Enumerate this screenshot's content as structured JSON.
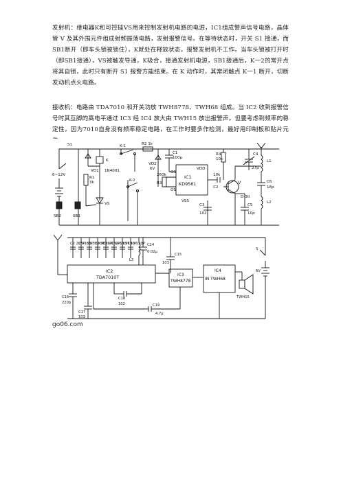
{
  "paragraphs": {
    "transmitter": "发射机：继电器K和可控硅VS用来控制发射机电路的电源，IC1组成警声信号电路，晶体管 V 及其外围元件组成射频振荡电路，发射报警信号。在等待状态时，开关 S1 接通，而SB1断开（即车头锁被锁住），K就处在释放状态，报警发射机不工作。当车头锁被打开时（即SB1接通），VS被触发导通，K吸合，接通发射机电源，SB1接通后，K一2的常开点将其自锁，此时只有断开 S1 报警方能结束。在 K 动作时，其常闭触点 K一1 断开，切断发动机点火电路。",
    "receiver": "接收机：电路由 TDA7010 和开关功放 TWH8778、TWH68 组成。当 IC2 收到报警信号时其互脚的高电平通过 IC3 经 IC4 放大由 TWH15 放出报警声。但要考虑到频率的稳定性，因为7010自身没有频率稳定电路，在工作时要多作检测，最好用印制板和贴片元件。"
  },
  "transmitter_labels": {
    "s1": "S1",
    "supply": "6~12V",
    "k": "K",
    "vd1": "VD1",
    "diode": "1N4001",
    "r1": "R1",
    "r1_val": "3k",
    "vs": "VS",
    "sb2": "SB2",
    "sb1": "SB1",
    "k1": "K-1",
    "k2": "K-2",
    "r2": "R2 1k",
    "vd2": "VD2",
    "vd2_val": "6V",
    "c1": "C1",
    "c1_val": "100μ",
    "ic1": "IC1",
    "ic1_part": "KD9561",
    "vdd": "VDD",
    "os1": "OS",
    "os2": "OS",
    "vss": "VSS",
    "r3": "R3",
    "r3_val": "260k",
    "r4": "R4",
    "r4_val": "10k",
    "c2": "C2",
    "c2_val": "10k",
    "c3": "C3",
    "c3_val": "102",
    "v": "V",
    "d30": "D-30",
    "c4": "C4",
    "c4_val": "27p",
    "l1": "L1",
    "c6": "C6",
    "c6_val": "18p",
    "l2": "L2",
    "c5": "C5",
    "c5_val": "10p"
  },
  "receiver_labels": {
    "ic2": "IC2",
    "ic2_part": "TDA7010T",
    "ic3": "IC3",
    "ic3_part": "TWH8778",
    "ic4": "IC4",
    "ic4_part": "IN TWH68",
    "spk": "TWH15",
    "batt": "6V",
    "s": "S",
    "c14": "C14",
    "c14_val": "0.02μ",
    "c15": "C15",
    "c15_val": "103",
    "c17": "C17",
    "c17_val": "103",
    "c18": "C18",
    "c18_val": "102",
    "c19": "C19",
    "c19_val": "4.7μ",
    "c16": "C16",
    "c16_val": "220p",
    "l3": "L3",
    "caps": [
      "C2 220P",
      "C5 180P",
      "C6 3300P",
      "C9 3300P",
      "C11 180P",
      "C12 680P",
      "C13 180P",
      "C10 120P"
    ],
    "watermark": "go06.com"
  }
}
